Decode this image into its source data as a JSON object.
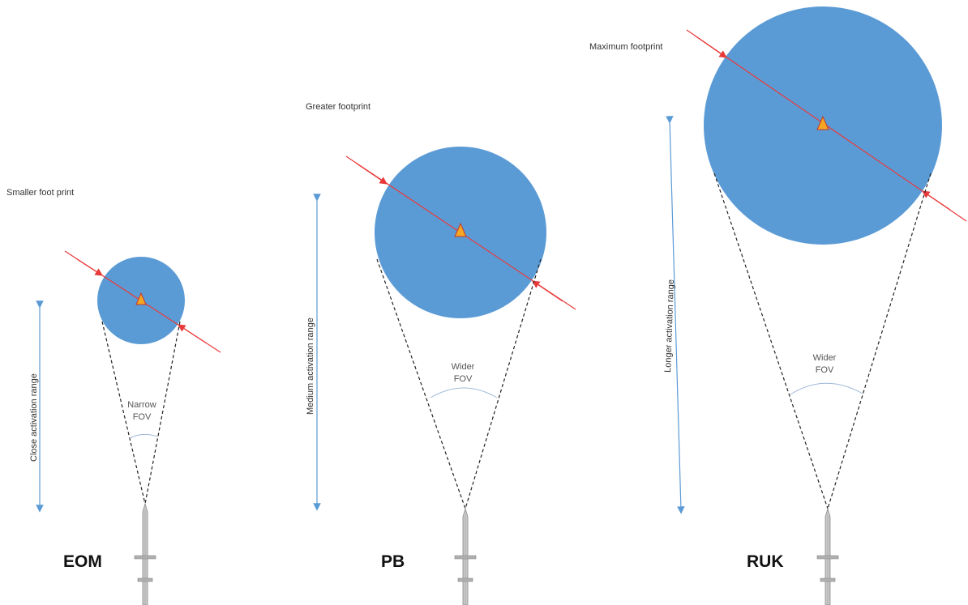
{
  "panels": [
    {
      "id": "eom",
      "name": "EOM",
      "footprint_label": "Smaller foot print",
      "range_label": "Close activation range",
      "fov_label": [
        "Narrow",
        "FOV"
      ]
    },
    {
      "id": "pb",
      "name": "PB",
      "footprint_label": "Greater footprint",
      "range_label": "Medium activation range",
      "fov_label": [
        "Wider",
        "FOV"
      ]
    },
    {
      "id": "ruk",
      "name": "RUK",
      "footprint_label": "Maximum footprint",
      "range_label": "Longer activation range",
      "fov_label": [
        "Wider",
        "FOV"
      ]
    }
  ],
  "colors": {
    "footprint": "#5b9bd5",
    "range_arrow": "#5b9bd5",
    "pass_line": "#e83a3a",
    "target_fill": "#f5a623",
    "target_stroke": "#c0392b",
    "fov_arc": "#9fb8d8",
    "cone": "#222222"
  },
  "icons": {
    "target": "warning-triangle-icon",
    "missile": "missile-icon"
  }
}
